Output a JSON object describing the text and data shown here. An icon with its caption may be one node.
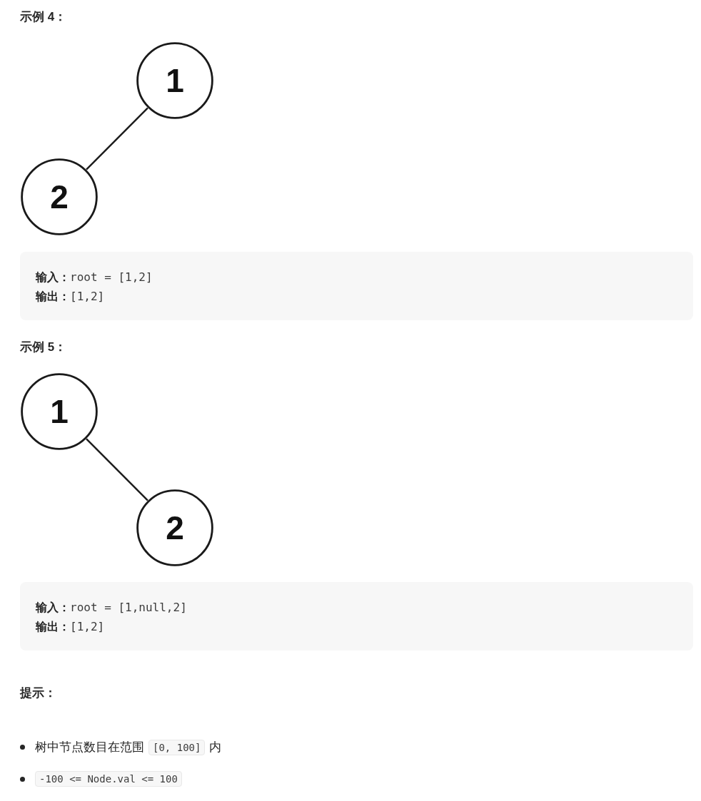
{
  "diagram": {
    "nodes": [
      {
        "text": [
          "1"
        ]
      },
      {
        "text": [
          "2"
        ]
      },
      {
        "text": [
          "**输入：**root = [1,2]",
          "**输出：**[1,2]"
        ]
      },
      {
        "text": [
          "1"
        ]
      },
      {
        "text": [
          "2"
        ]
      },
      {
        "text": [
          "**输入：**root = [1,null,2]",
          "**输出：**[1,2]"
        ]
      }
    ],
    "edges": [
      {
        "from": 0,
        "to": 1,
        "arrow": "none"
      },
      {
        "from": 3,
        "to": 4,
        "arrow": "none"
      }
    ],
    "labels": [
      "示例 4：",
      "示例 5：",
      "提示：",
      "树中节点数目在范围",
      "[0, 100]",
      "内",
      "-100 <= Node.val <= 100"
    ]
  }
}
